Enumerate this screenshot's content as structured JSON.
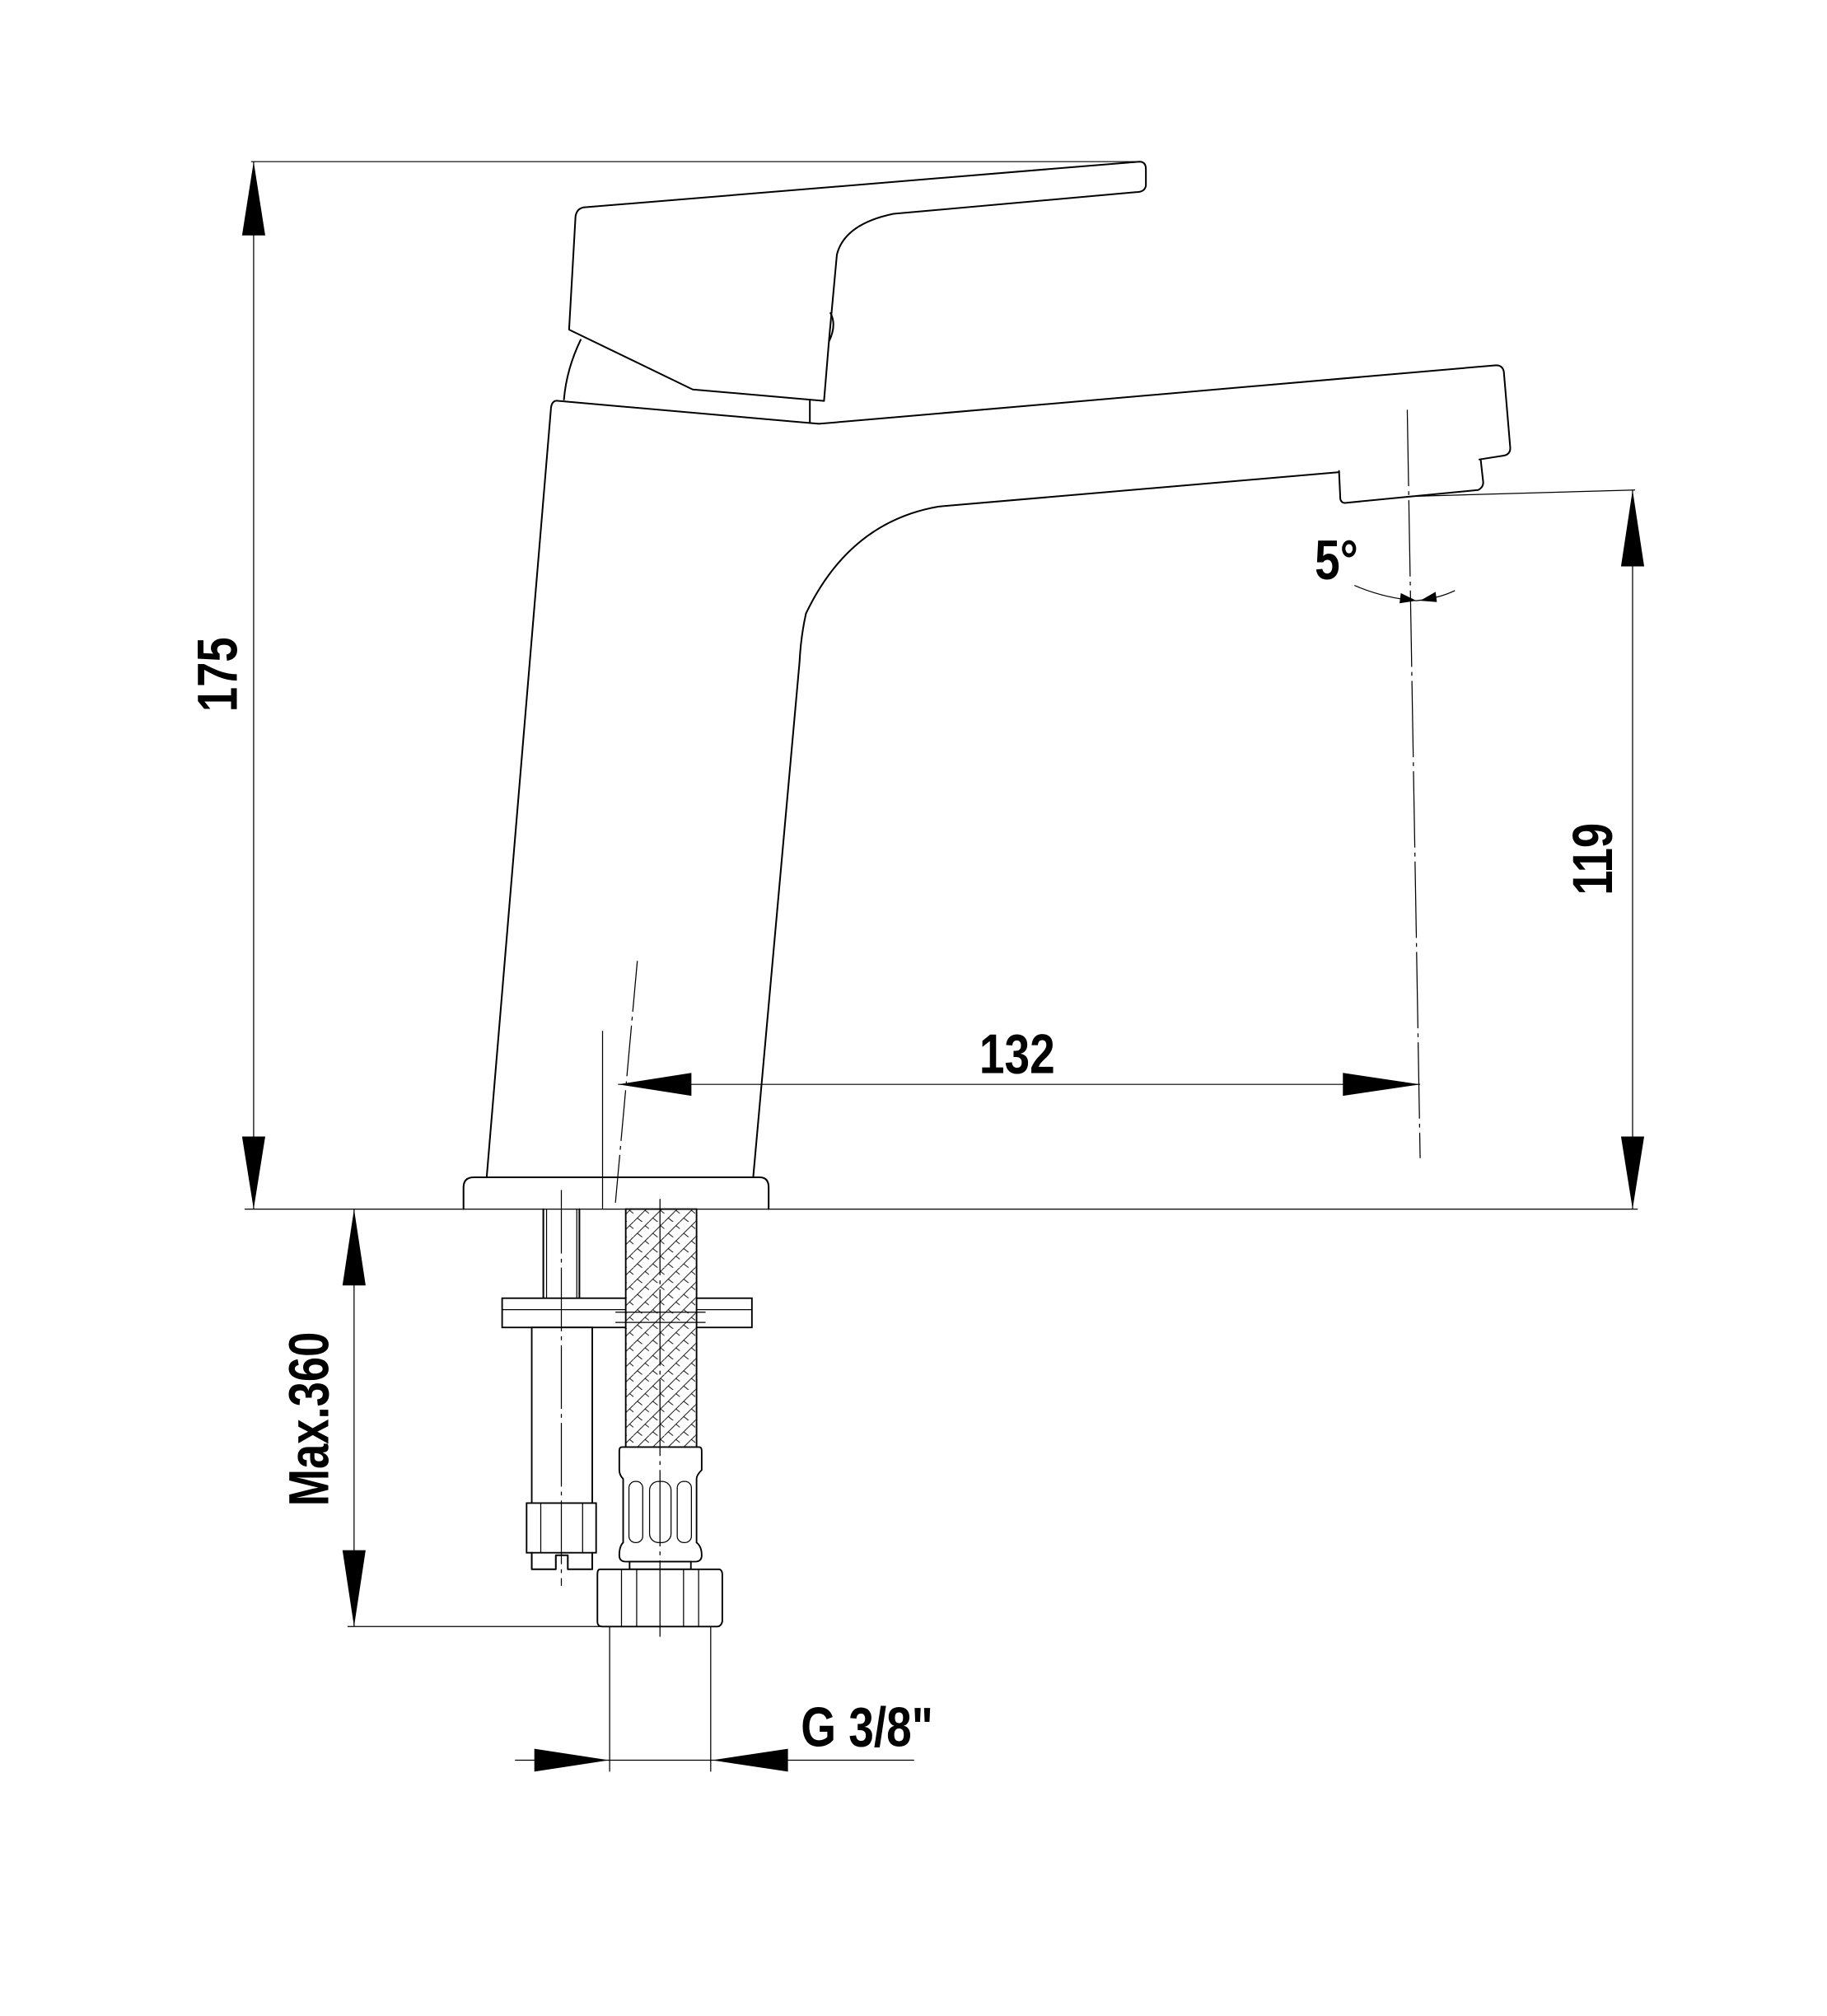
{
  "drawing": {
    "title": "Basin mixer dimension drawing",
    "dimensions": {
      "overall_height": "175",
      "spout_height": "119",
      "spout_reach": "132",
      "spout_angle": "5°",
      "hose_length": "Max.360",
      "connection_thread": "G 3/8\""
    },
    "line_color": "#000000",
    "background_color": "#ffffff"
  }
}
